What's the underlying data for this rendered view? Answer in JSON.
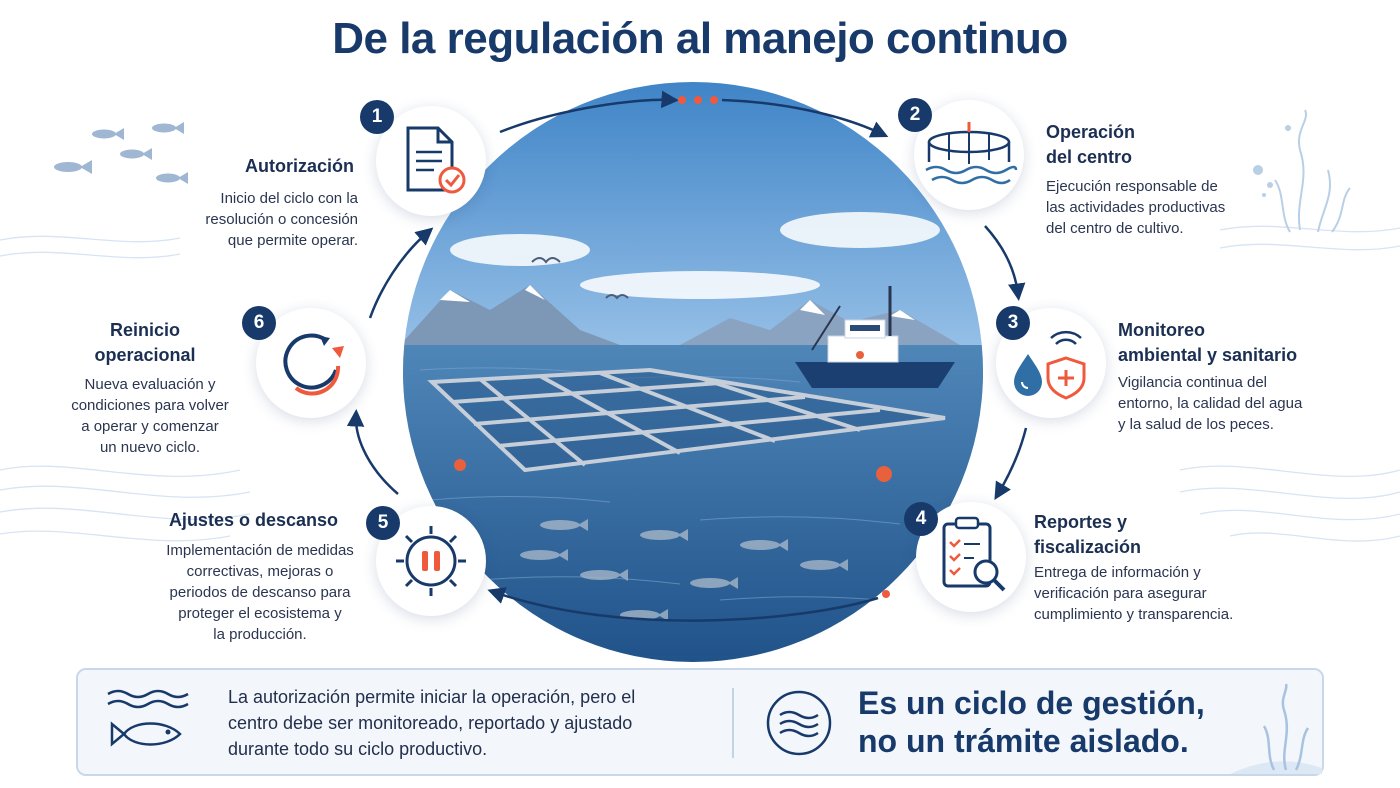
{
  "title": "De la regulación al manejo continuo",
  "colors": {
    "navy": "#173a6b",
    "accent": "#f05a3c",
    "water": "#2f6fa5"
  },
  "steps": [
    {
      "number": "1",
      "title": "Autorización",
      "description": [
        "Inicio del ciclo con la",
        "resolución o concesión",
        "que permite operar."
      ],
      "icon": "document-check-icon"
    },
    {
      "number": "2",
      "title": [
        "Operación",
        "del centro"
      ],
      "description": [
        "Ejecución responsable de",
        "las actividades productivas",
        "del centro de cultivo."
      ],
      "icon": "fish-pen-icon"
    },
    {
      "number": "3",
      "title": [
        "Monitoreo",
        "ambiental y sanitario"
      ],
      "description": [
        "Vigilancia continua del",
        "entorno, la calidad del agua",
        "y la salud de los peces."
      ],
      "icon": "water-drop-shield-icon"
    },
    {
      "number": "4",
      "title": [
        "Reportes y",
        "fiscalización"
      ],
      "description": [
        "Entrega de información y",
        "verificación para asegurar",
        "cumplimiento y transparencia."
      ],
      "icon": "clipboard-search-icon"
    },
    {
      "number": "5",
      "title": "Ajustes o descanso",
      "description": [
        "Implementación de medidas",
        "correctivas, mejoras o",
        "periodos de descanso para",
        "proteger el ecosistema y",
        "la producción."
      ],
      "icon": "gear-pause-icon"
    },
    {
      "number": "6",
      "title": [
        "Reinicio",
        "operacional"
      ],
      "description": [
        "Nueva evaluación y",
        "condiciones para volver",
        "a operar y comenzar",
        "un nuevo ciclo."
      ],
      "icon": "restart-cycle-icon"
    }
  ],
  "banner": {
    "text": [
      "La autorización permite iniciar la operación, pero el",
      "centro debe ser monitoreado, reportado y ajustado",
      "durante todo su ciclo productivo."
    ],
    "slogan": [
      "Es un ciclo de gestión,",
      "no un trámite aislado."
    ]
  }
}
